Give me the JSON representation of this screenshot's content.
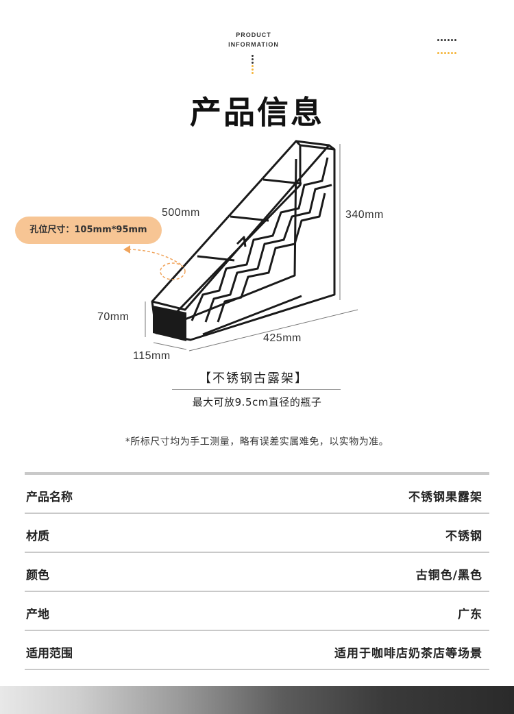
{
  "header": {
    "en_label": "PRODUCT\nINFORMATION",
    "title": "产品信息",
    "accent_color": "#f5b53b",
    "dot_dark_color": "#333333"
  },
  "dimensions": {
    "length": "500mm",
    "height": "340mm",
    "width": "425mm",
    "base_height": "70mm",
    "depth": "115mm"
  },
  "hole_callout": "孔位尺寸：105mm*95mm",
  "product_caption": {
    "title": "【不锈钢古露架】",
    "subtitle": "最大可放9.5cm直径的瓶子"
  },
  "note": "*所标尺寸均为手工测量，略有误差实属难免，以实物为准。",
  "specs": [
    {
      "label": "产品名称",
      "value": "不锈钢果露架"
    },
    {
      "label": "材质",
      "value": "不锈钢"
    },
    {
      "label": "颜色",
      "value": "古铜色/黑色"
    },
    {
      "label": "产地",
      "value": "广东"
    },
    {
      "label": "适用范围",
      "value": "适用于咖啡店奶茶店等场景"
    }
  ]
}
